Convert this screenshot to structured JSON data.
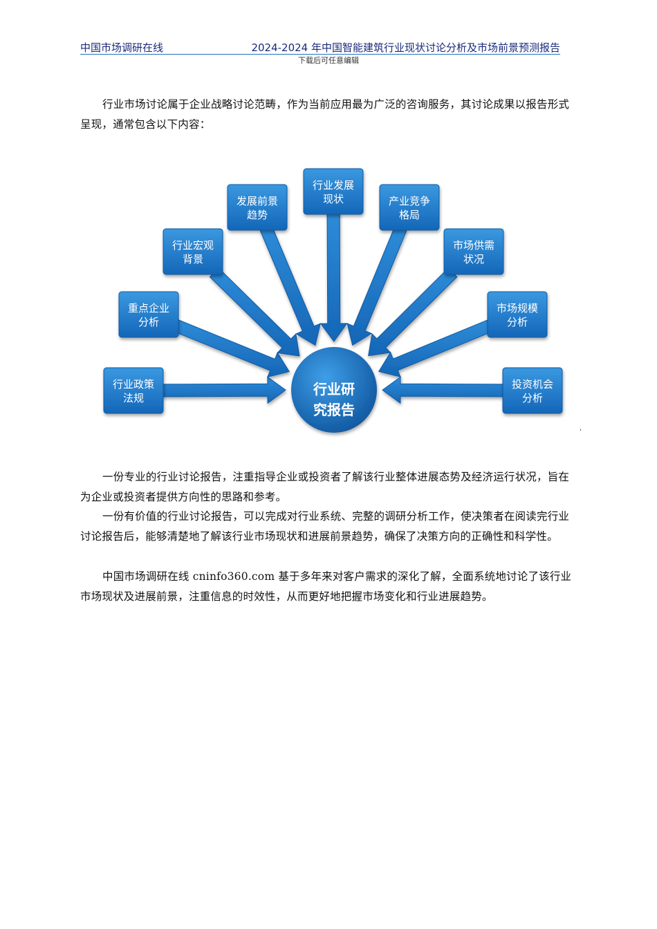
{
  "header": {
    "site": "中国市场调研在线",
    "title": "2024-2024 年中国智能建筑行业现状讨论分析及市场前景预测报告",
    "subtitle": "下载后可任意编辑"
  },
  "intro": "行业市场讨论属于企业战略讨论范畴，作为当前应用最为广泛的咨询服务，其讨论成果以报告形式呈现，通常包含以下内容：",
  "diagram": {
    "hub": {
      "line1": "行业研",
      "line2": "究报告"
    },
    "boxes": [
      {
        "line1": "行业政策",
        "line2": "法规"
      },
      {
        "line1": "重点企业",
        "line2": "分析"
      },
      {
        "line1": "行业宏观",
        "line2": "背景"
      },
      {
        "line1": "发展前景",
        "line2": "趋势"
      },
      {
        "line1": "行业发展",
        "line2": "现状"
      },
      {
        "line1": "产业竞争",
        "line2": "格局"
      },
      {
        "line1": "市场供需",
        "line2": "状况"
      },
      {
        "line1": "市场规模",
        "line2": "分析"
      },
      {
        "line1": "投资机会",
        "line2": "分析"
      }
    ],
    "colors": {
      "box": "#1a78c8",
      "arrow": "#1a7ccc",
      "hub": "#1464b4"
    }
  },
  "paragraphs": [
    "一份专业的行业讨论报告，注重指导企业或投资者了解该行业整体进展态势及经济运行状况，旨在为企业或投资者提供方向性的思路和参考。",
    "一份有价值的行业讨论报告，可以完成对行业系统、完整的调研分析工作，使决策者在阅读完行业讨论报告后，能够清楚地了解该行业市场现状和进展前景趋势，确保了决策方向的正确性和科学性。",
    "中国市场调研在线 cninfo360.com 基于多年来对客户需求的深化了解，全面系统地讨论了该行业市场现状及进展前景，注重信息的时效性，从而更好地把握市场变化和行业进展趋势。"
  ],
  "stray_mark": "'"
}
